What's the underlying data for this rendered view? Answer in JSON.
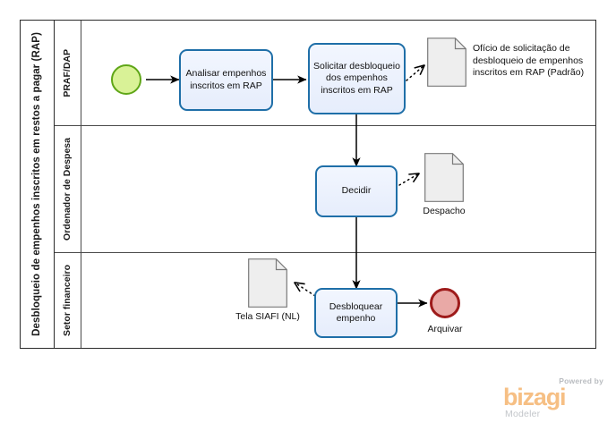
{
  "diagram": {
    "type": "bpmn-process",
    "pool": {
      "title": "Desbloqueio de empenhos inscritos em restos a pagar (RAP)"
    },
    "lanes": [
      {
        "id": "lane-praf-dap",
        "label": "PRAF/DAP"
      },
      {
        "id": "lane-ordenador-despesa",
        "label": "Ordenador de Despesa"
      },
      {
        "id": "lane-setor-financeiro",
        "label": "Setor financeiro"
      }
    ],
    "events": [
      {
        "id": "start-event",
        "kind": "start",
        "label": "",
        "lane": "lane-praf-dap"
      },
      {
        "id": "end-event-arquivar",
        "kind": "end",
        "label": "Arquivar",
        "lane": "lane-setor-financeiro"
      }
    ],
    "tasks": [
      {
        "id": "task-analisar",
        "label": "Analisar empenhos inscritos em RAP",
        "lane": "lane-praf-dap"
      },
      {
        "id": "task-solicitar",
        "label": "Solicitar desbloqueio dos empenhos inscritos em RAP",
        "lane": "lane-praf-dap"
      },
      {
        "id": "task-decidir",
        "label": "Decidir",
        "lane": "lane-ordenador-despesa"
      },
      {
        "id": "task-desbloquear",
        "label": "Desbloquear empenho",
        "lane": "lane-setor-financeiro"
      }
    ],
    "data_objects": [
      {
        "id": "doc-oficio",
        "label": "Ofício de solicitação de desbloqueio de empenhos inscritos em RAP (Padrão)",
        "label_position": "right",
        "lane": "lane-praf-dap"
      },
      {
        "id": "doc-despacho",
        "label": "Despacho",
        "label_position": "below",
        "lane": "lane-ordenador-despesa"
      },
      {
        "id": "doc-tela-siafi",
        "label": "Tela SIAFI (NL)",
        "label_position": "below",
        "lane": "lane-setor-financeiro"
      }
    ],
    "flows": [
      {
        "from": "start-event",
        "to": "task-analisar",
        "kind": "sequence"
      },
      {
        "from": "task-analisar",
        "to": "task-solicitar",
        "kind": "sequence"
      },
      {
        "from": "task-solicitar",
        "to": "doc-oficio",
        "kind": "association"
      },
      {
        "from": "task-solicitar",
        "to": "task-decidir",
        "kind": "sequence"
      },
      {
        "from": "task-decidir",
        "to": "doc-despacho",
        "kind": "association"
      },
      {
        "from": "task-decidir",
        "to": "task-desbloquear",
        "kind": "sequence"
      },
      {
        "from": "task-desbloquear",
        "to": "doc-tela-siafi",
        "kind": "association"
      },
      {
        "from": "task-desbloquear",
        "to": "end-event-arquivar",
        "kind": "sequence"
      }
    ]
  },
  "watermark": {
    "powered_by": "Powered by",
    "brand": "bizagi",
    "product": "Modeler"
  },
  "colors": {
    "task_fill": "#eaf0fd",
    "task_border": "#1f6fa8",
    "start_fill": "#d9f297",
    "start_border": "#5fa617",
    "end_fill": "#e9a9a6",
    "end_border": "#9e1b1b",
    "document_fill": "#eeeeee",
    "document_border": "#7a7a7a",
    "pool_border": "#2b2b2b",
    "brand_orange": "#f6bf84"
  }
}
